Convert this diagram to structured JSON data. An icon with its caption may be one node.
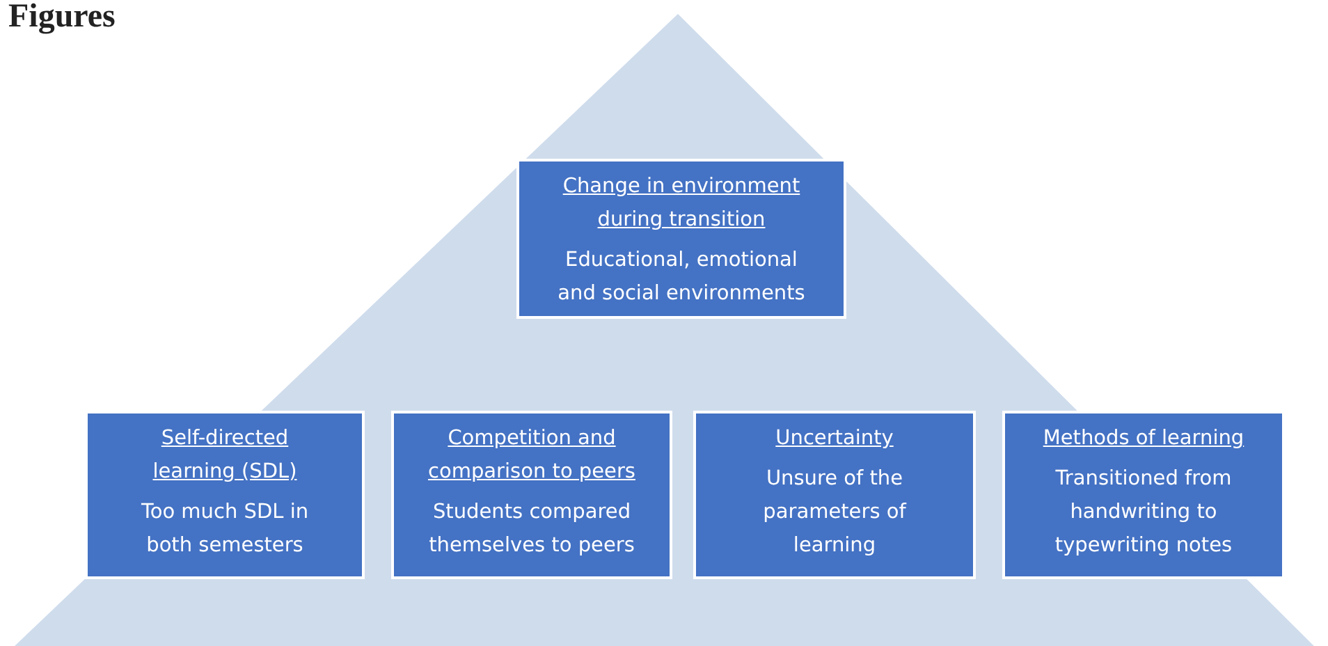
{
  "diagram": {
    "title": "Figures",
    "nodes": [
      {
        "text": [
          "Change in environment during transition",
          "Educational, emotional and social environments"
        ]
      },
      {
        "text": [
          "Self-directed learning (SDL)",
          "Too much SDL in both semesters"
        ]
      },
      {
        "text": [
          "Competition and comparison to peers",
          "Students compared themselves to peers"
        ]
      },
      {
        "text": [
          "Uncertainty",
          "Unsure of the parameters of learning"
        ]
      },
      {
        "text": [
          "Methods of learning",
          "Transitioned from handwriting to typewriting notes"
        ]
      }
    ],
    "edges": []
  }
}
